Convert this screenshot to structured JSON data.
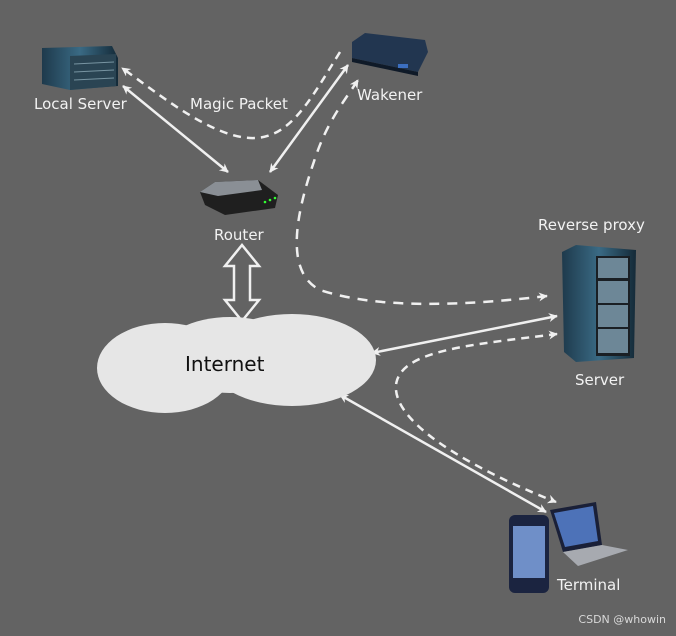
{
  "nodes": {
    "local_server": "Local Server",
    "wakener": "Wakener",
    "router": "Router",
    "internet": "Internet",
    "reverse_proxy": "Reverse proxy",
    "server": "Server",
    "terminal": "Terminal"
  },
  "edges": {
    "magic_packet": "Magic Packet"
  },
  "watermark": "CSDN @whowin",
  "colors": {
    "background": "#636363",
    "line": "#f0f0f0",
    "cloud": "#e6e6e6"
  }
}
